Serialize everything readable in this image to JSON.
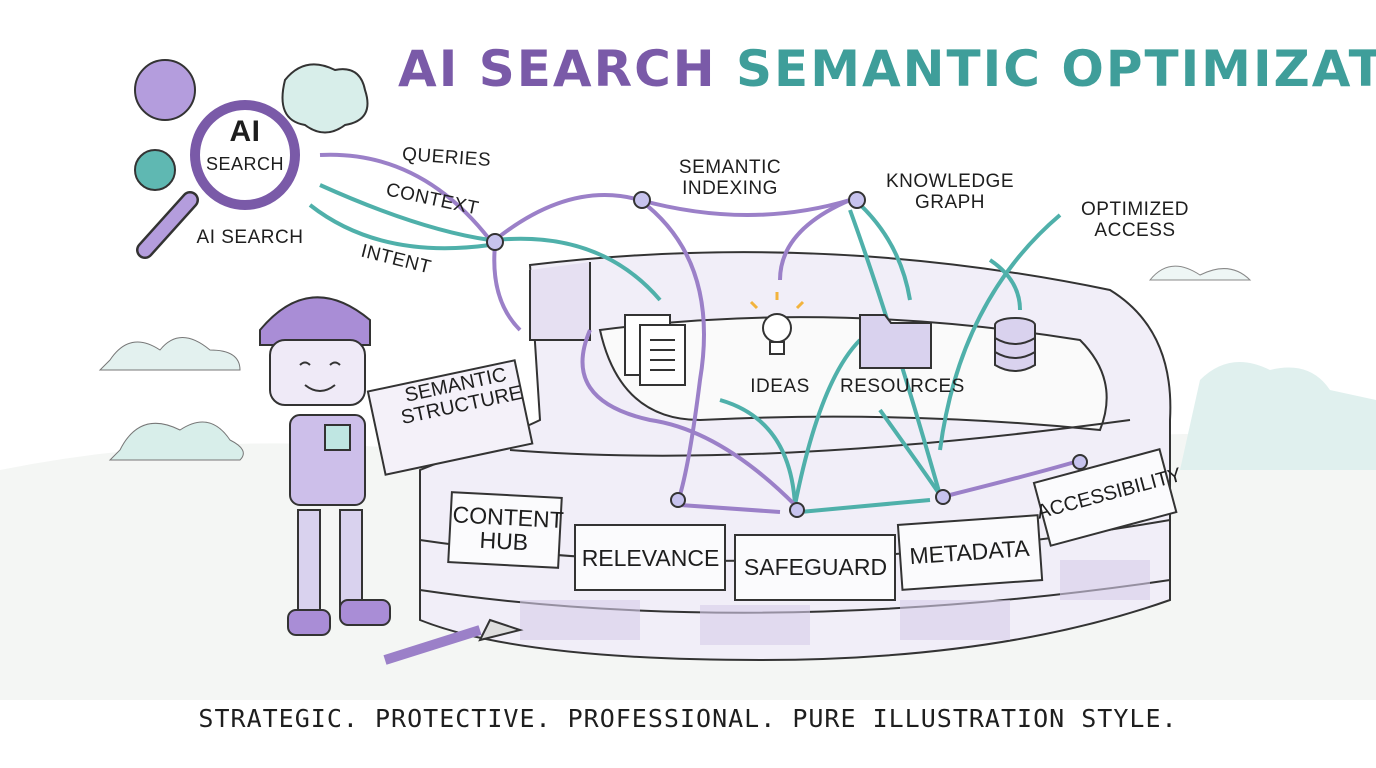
{
  "title": {
    "part1": "AI SEARCH",
    "part2": "SEMANTIC OPTIMIZATION"
  },
  "magnifier": {
    "line1": "AI",
    "line2": "SEARCH",
    "caption": "AI SEARCH"
  },
  "inputs": [
    "QUERIES",
    "CONTEXT",
    "INTENT"
  ],
  "nodes": {
    "indexing": "SEMANTIC INDEXING",
    "graph": "KNOWLEDGE GRAPH",
    "access": "OPTIMIZED ACCESS"
  },
  "icons": {
    "ideas": "IDEAS",
    "resources": "RESOURCES"
  },
  "held_brick": "SEMANTIC STRUCTURE",
  "wall_bricks": [
    "CONTENT HUB",
    "RELEVANCE",
    "SAFEGUARD",
    "METADATA",
    "ACCESSIBILITY"
  ],
  "footer": "STRATEGIC. PROTECTIVE. PROFESSIONAL. PURE ILLUSTRATION STYLE.",
  "colors": {
    "purple": "#7a5aa8",
    "teal": "#3f9e9a",
    "lavender": "#cfc3e6",
    "ink": "#1e1e1e"
  }
}
